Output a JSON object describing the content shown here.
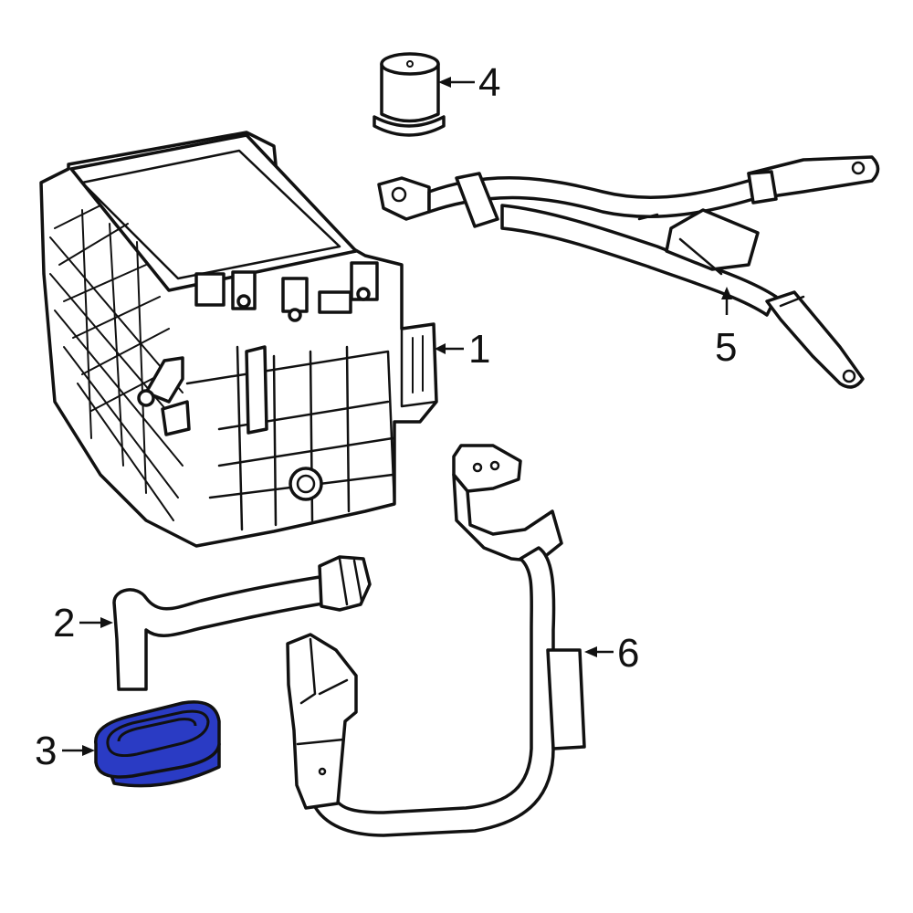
{
  "colors": {
    "line": "#111111",
    "background": "#ffffff",
    "highlight": "#2a3bc4"
  },
  "highlighted_part": "3",
  "callouts": [
    {
      "id": "1",
      "label": "1"
    },
    {
      "id": "2",
      "label": "2"
    },
    {
      "id": "3",
      "label": "3"
    },
    {
      "id": "4",
      "label": "4"
    },
    {
      "id": "5",
      "label": "5"
    },
    {
      "id": "6",
      "label": "6"
    }
  ]
}
